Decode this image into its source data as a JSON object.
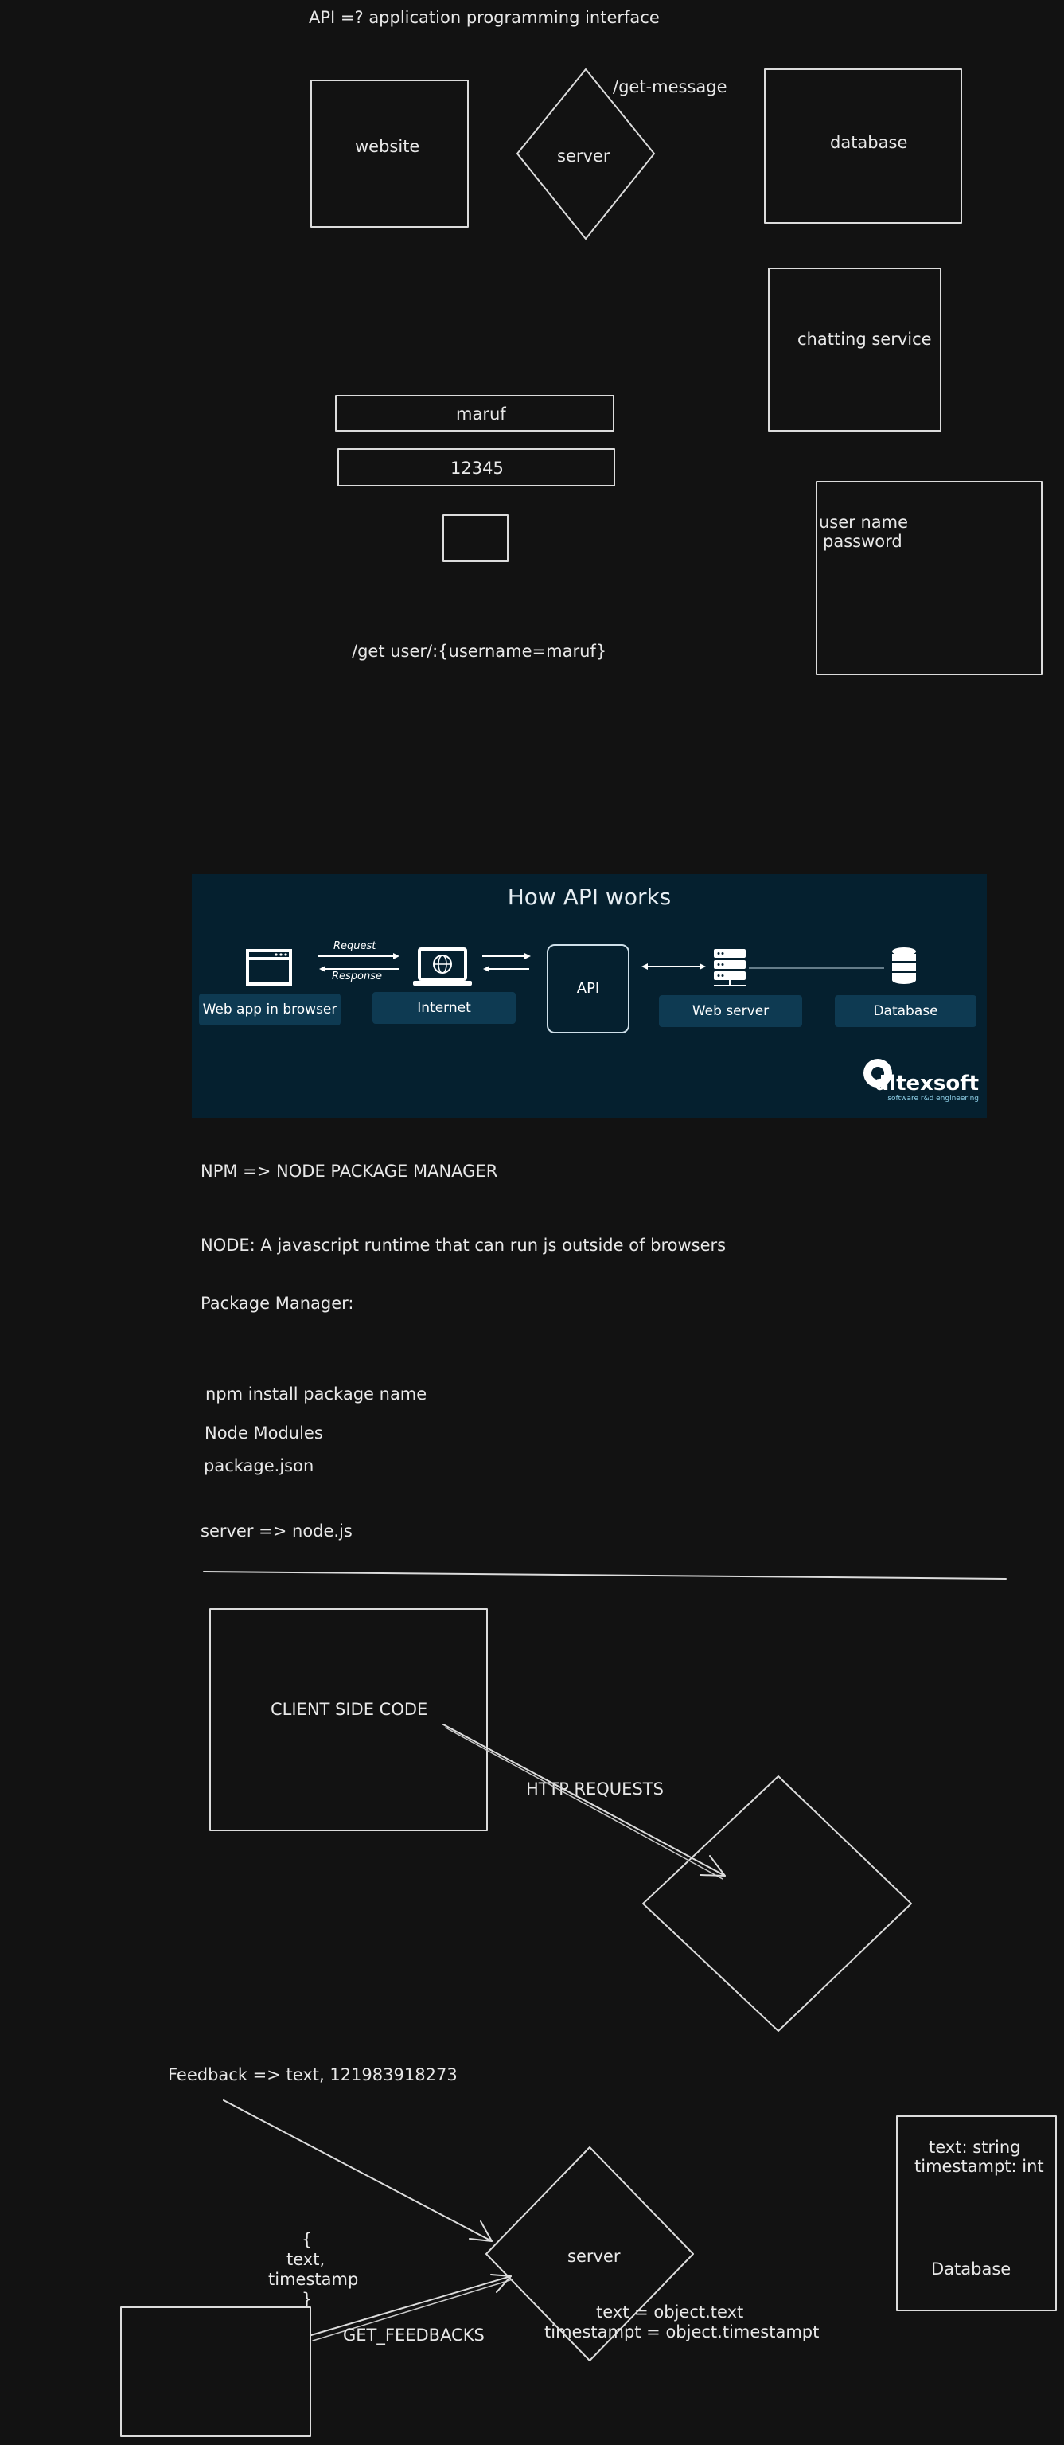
{
  "canvas": {
    "api_definition": "API =? application programming interface",
    "website_label": "website",
    "server_label": "server",
    "get_message": "/get-message",
    "database_label": "database",
    "chatting_label": "chatting service",
    "username_value": "maruf",
    "password_value": "12345",
    "card_line_1": "user name",
    "card_line_2": "password",
    "get_user": "/get user/:{username=maruf}",
    "npm": "NPM => NODE PACKAGE MANAGER",
    "node": "NODE: A javascript runtime that can run js outside of browsers",
    "package_manager": "Package Manager:",
    "npm_install": "npm install package name",
    "node_modules": "Node Modules",
    "package_json": "package.json",
    "server_node": "server => node.js",
    "client_code": "CLIENT SIDE CODE",
    "http_requests": "HTTP REQUESTS",
    "feedback": "Feedback => text, 121983918273",
    "brace_open": "{",
    "brace_text": "text,",
    "brace_timestamp": "timestamp",
    "brace_close": "}",
    "server_bottom": "server",
    "get_feedbacks": "GET_FEEDBACKS",
    "text_assign": "text = object.text",
    "timestamp_assign": "timestampt = object.timestampt",
    "db_field_1": "text: string",
    "db_field_2": "timestampt: int",
    "db_bottom": "Database"
  },
  "api_figure": {
    "title": "How API works",
    "request": "Request",
    "response": "Response",
    "web_app": "Web app in browser",
    "internet": "Internet",
    "api": "API",
    "web_server": "Web server",
    "database": "Database",
    "brand_name": "altexsoft",
    "brand_tagline": "software r&d engineering"
  },
  "colors": {
    "background": "#121212",
    "stroke": "#dcdcdc",
    "figure_background": "#05202f",
    "figure_pill": "#0e3a52"
  }
}
